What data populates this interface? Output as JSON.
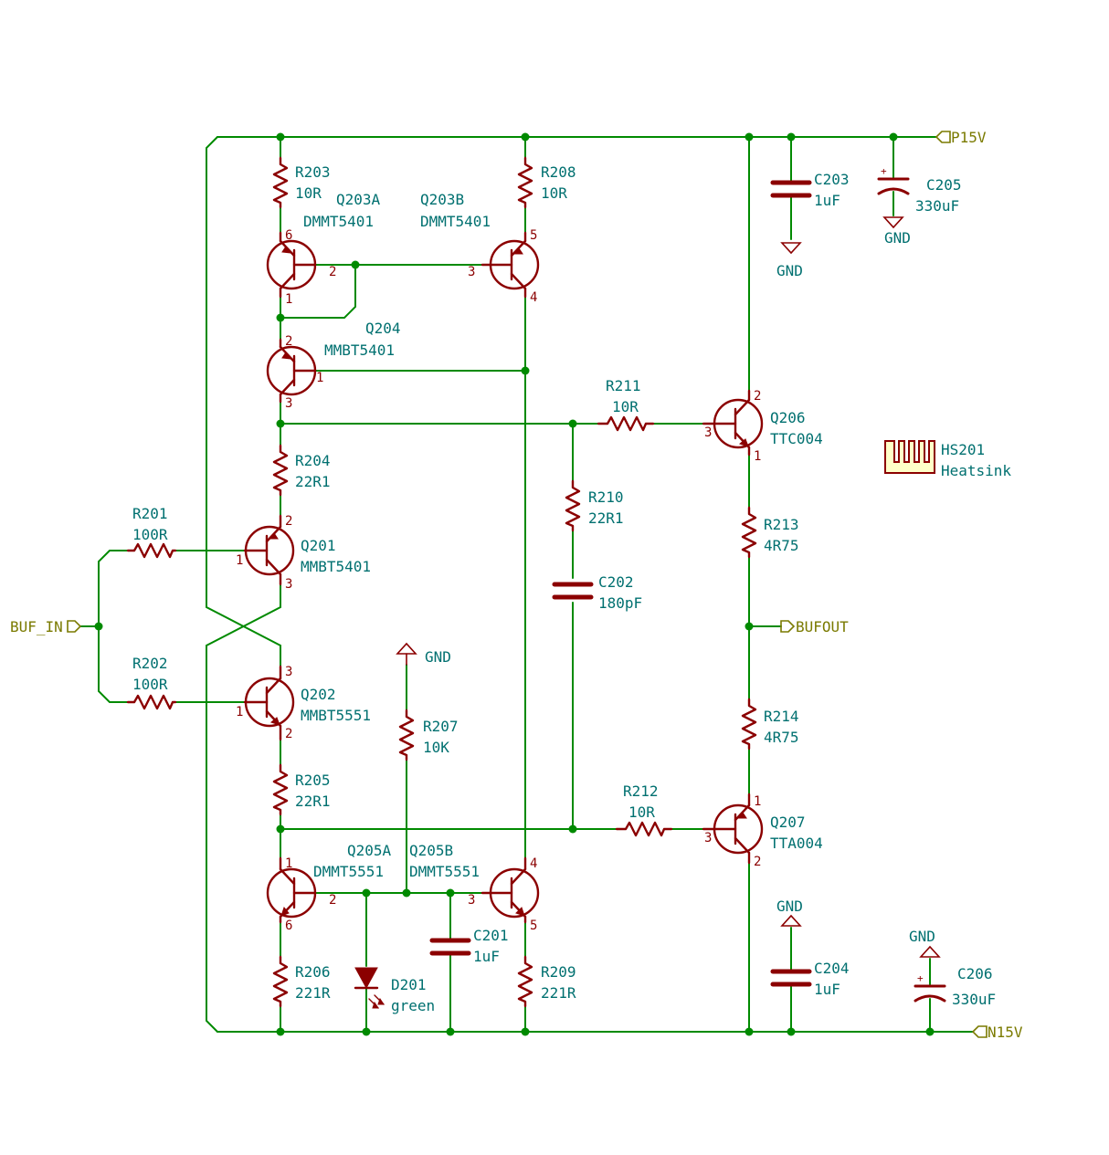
{
  "components": {
    "R203": {
      "ref": "R203",
      "value": "10R"
    },
    "R208": {
      "ref": "R208",
      "value": "10R"
    },
    "Q203A": {
      "ref": "Q203A",
      "value": "DMMT5401",
      "pins": [
        "6",
        "2",
        "1"
      ]
    },
    "Q203B": {
      "ref": "Q203B",
      "value": "DMMT5401",
      "pins": [
        "5",
        "3",
        "4"
      ]
    },
    "Q204": {
      "ref": "Q204",
      "value": "MMBT5401",
      "pins": [
        "2",
        "1",
        "3"
      ]
    },
    "R211": {
      "ref": "R211",
      "value": "10R"
    },
    "Q206": {
      "ref": "Q206",
      "value": "TTC004",
      "pins": [
        "2",
        "3",
        "1"
      ]
    },
    "R204": {
      "ref": "R204",
      "value": "22R1"
    },
    "R210": {
      "ref": "R210",
      "value": "22R1"
    },
    "R201": {
      "ref": "R201",
      "value": "100R"
    },
    "Q201": {
      "ref": "Q201",
      "value": "MMBT5401",
      "pins": [
        "2",
        "1",
        "3"
      ]
    },
    "C202": {
      "ref": "C202",
      "value": "180pF"
    },
    "R213": {
      "ref": "R213",
      "value": "4R75"
    },
    "R202": {
      "ref": "R202",
      "value": "100R"
    },
    "Q202": {
      "ref": "Q202",
      "value": "MMBT5551",
      "pins": [
        "3",
        "1",
        "2"
      ]
    },
    "R207": {
      "ref": "R207",
      "value": "10K"
    },
    "R214": {
      "ref": "R214",
      "value": "4R75"
    },
    "R205": {
      "ref": "R205",
      "value": "22R1"
    },
    "R212": {
      "ref": "R212",
      "value": "10R"
    },
    "Q207": {
      "ref": "Q207",
      "value": "TTA004",
      "pins": [
        "1",
        "3",
        "2"
      ]
    },
    "Q205A": {
      "ref": "Q205A",
      "value": "DMMT5551",
      "pins": [
        "1",
        "2",
        "6"
      ]
    },
    "Q205B": {
      "ref": "Q205B",
      "value": "DMMT5551",
      "pins": [
        "4",
        "3",
        "5"
      ]
    },
    "C201": {
      "ref": "C201",
      "value": "1uF"
    },
    "R206": {
      "ref": "R206",
      "value": "221R"
    },
    "D201": {
      "ref": "D201",
      "value": "green"
    },
    "R209": {
      "ref": "R209",
      "value": "221R"
    },
    "C203": {
      "ref": "C203",
      "value": "1uF"
    },
    "C205": {
      "ref": "C205",
      "value": "330uF"
    },
    "C204": {
      "ref": "C204",
      "value": "1uF"
    },
    "C206": {
      "ref": "C206",
      "value": "330uF"
    },
    "HS201": {
      "ref": "HS201",
      "value": "Heatsink"
    }
  },
  "nets": {
    "p15v": "P15V",
    "n15v": "N15V",
    "buf_in": "BUF_IN",
    "buf_out": "BUFOUT",
    "gnd": "GND"
  },
  "colors": {
    "wire": "#008a00",
    "symbol": "#8b0000",
    "reference_text": "#007070",
    "net_label": "#7a7a00",
    "heatsink_fill": "#ffffc8"
  }
}
